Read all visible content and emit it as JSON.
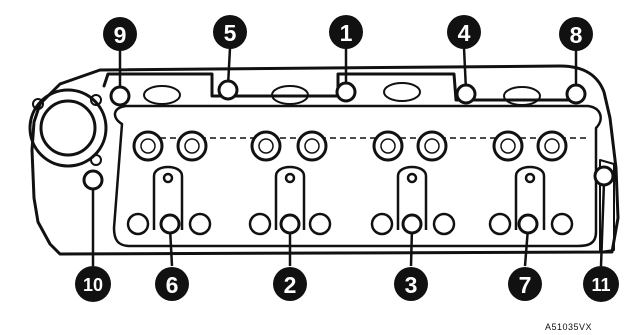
{
  "diagram": {
    "callouts": [
      "9",
      "5",
      "1",
      "4",
      "8",
      "10",
      "6",
      "2",
      "3",
      "7",
      "11"
    ],
    "figure_code": "A51035VX",
    "colors": {
      "ink": "#111111",
      "paper": "#ffffff"
    }
  }
}
